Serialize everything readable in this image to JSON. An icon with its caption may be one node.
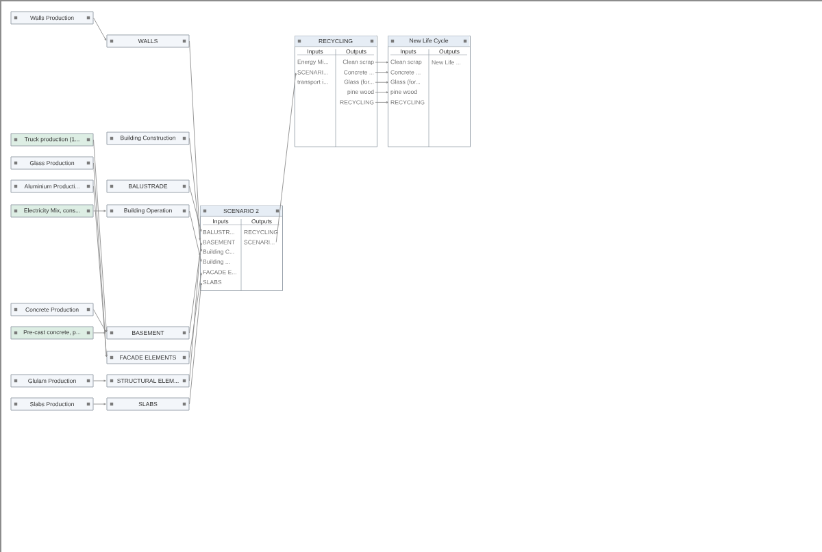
{
  "diagram": {
    "nodes": [
      {
        "text": [
          "Walls Production"
        ]
      },
      {
        "text": [
          "WALLS"
        ]
      },
      {
        "text": [
          "Truck production (1..."
        ]
      },
      {
        "text": [
          "Building Construction"
        ]
      },
      {
        "text": [
          "Glass Production"
        ]
      },
      {
        "text": [
          "Aluminium Producti..."
        ]
      },
      {
        "text": [
          "BALUSTRADE"
        ]
      },
      {
        "text": [
          "Electricity Mix, cons..."
        ]
      },
      {
        "text": [
          "Building Operation"
        ]
      },
      {
        "text": [
          "Concrete Production"
        ]
      },
      {
        "text": [
          "Pre-cast concrete, p..."
        ]
      },
      {
        "text": [
          "BASEMENT"
        ]
      },
      {
        "text": [
          "FACADE ELEMENTS"
        ]
      },
      {
        "text": [
          "Glulam Production"
        ]
      },
      {
        "text": [
          "STRUCTURAL ELEM..."
        ]
      },
      {
        "text": [
          "Slabs Production"
        ]
      },
      {
        "text": [
          "SLABS"
        ]
      },
      {
        "text": [
          "RECYCLING",
          "Inputs",
          "Outputs"
        ]
      },
      {
        "text": [
          "Energy Mi..."
        ],
        "in": 17
      },
      {
        "text": [
          "SCENARI..."
        ],
        "in": 17
      },
      {
        "text": [
          "transport i..."
        ],
        "in": 17
      },
      {
        "text": [
          "Clean scrap"
        ],
        "in": 17
      },
      {
        "text": [
          "Concrete ..."
        ],
        "in": 17
      },
      {
        "text": [
          "Glass (for..."
        ],
        "in": 17
      },
      {
        "text": [
          "pine wood"
        ],
        "in": 17
      },
      {
        "text": [
          "RECYCLING"
        ],
        "in": 17
      },
      {
        "text": [
          "New Life Cycle",
          "Inputs",
          "Outputs"
        ]
      },
      {
        "text": [
          "Clean scrap"
        ],
        "in": 26
      },
      {
        "text": [
          "Concrete ..."
        ],
        "in": 26
      },
      {
        "text": [
          "Glass (for..."
        ],
        "in": 26
      },
      {
        "text": [
          "pine wood"
        ],
        "in": 26
      },
      {
        "text": [
          "RECYCLING"
        ],
        "in": 26
      },
      {
        "text": [
          "New Life ..."
        ],
        "in": 26
      },
      {
        "text": [
          "SCENARIO 2",
          "Inputs",
          "Outputs"
        ]
      },
      {
        "text": [
          "BALUSTR..."
        ],
        "in": 33
      },
      {
        "text": [
          "BASEMENT"
        ],
        "in": 33
      },
      {
        "text": [
          "Building C..."
        ],
        "in": 33
      },
      {
        "text": [
          "Building ..."
        ],
        "in": 33
      },
      {
        "text": [
          "FACADE E..."
        ],
        "in": 33
      },
      {
        "text": [
          "SLABS"
        ],
        "in": 33
      },
      {
        "text": [
          "RECYCLING"
        ],
        "in": 33
      },
      {
        "text": [
          "SCENARI..."
        ],
        "in": 33
      }
    ],
    "edges": [
      {
        "from": 0,
        "to": 1,
        "arrow": "to"
      },
      {
        "from": 7,
        "to": 8,
        "arrow": "to"
      },
      {
        "from": 10,
        "to": 11,
        "arrow": "to"
      },
      {
        "from": 13,
        "to": 14,
        "arrow": "to"
      },
      {
        "from": 15,
        "to": 16,
        "arrow": "to"
      },
      {
        "from": 2,
        "to": 11,
        "arrow": "to"
      },
      {
        "from": 4,
        "to": 12,
        "arrow": "to"
      },
      {
        "from": 5,
        "to": 12,
        "arrow": "to"
      },
      {
        "from": 9,
        "to": 11,
        "arrow": "to"
      },
      {
        "from": 6,
        "to": 34,
        "arrow": "to"
      },
      {
        "from": 11,
        "to": 35,
        "arrow": "to"
      },
      {
        "from": 3,
        "to": 36,
        "arrow": "to"
      },
      {
        "from": 8,
        "to": 37,
        "arrow": "to"
      },
      {
        "from": 12,
        "to": 38,
        "arrow": "to"
      },
      {
        "from": 16,
        "to": 39,
        "arrow": "to"
      },
      {
        "from": 1,
        "to": 33,
        "arrow": "to"
      },
      {
        "from": 14,
        "to": 33,
        "arrow": "to"
      },
      {
        "from": 41,
        "to": 19,
        "arrow": "to"
      },
      {
        "from": 21,
        "to": 27,
        "arrow": "to"
      },
      {
        "from": 22,
        "to": 28,
        "arrow": "to"
      },
      {
        "from": 23,
        "to": 29,
        "arrow": "to"
      },
      {
        "from": 24,
        "to": 30,
        "arrow": "to"
      },
      {
        "from": 25,
        "to": 31,
        "arrow": "to"
      }
    ]
  }
}
